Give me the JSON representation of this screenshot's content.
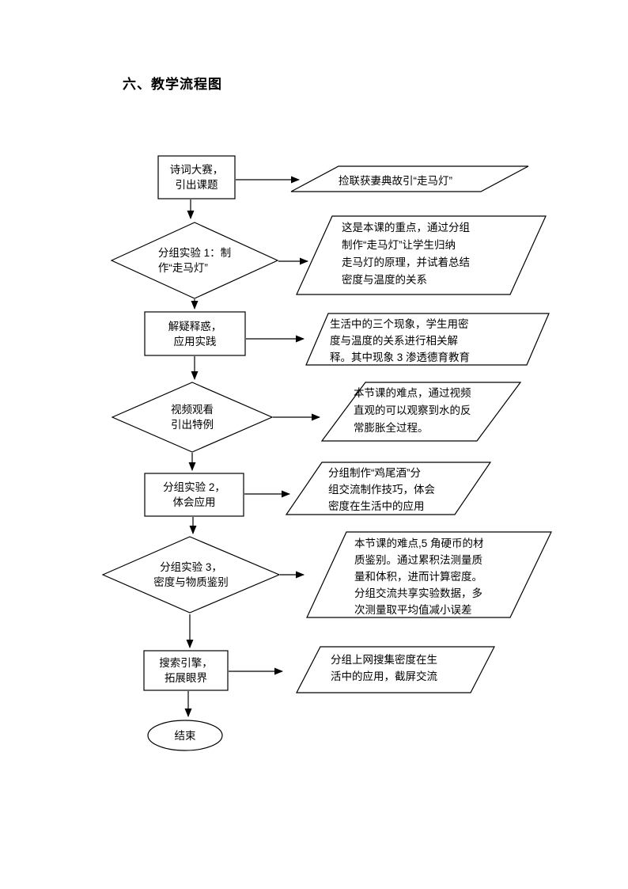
{
  "page": {
    "title": "六、教学流程图"
  },
  "flow": {
    "nodes": [
      {
        "id": "intro",
        "shape": "rectangle",
        "label": "诗词大赛，\n引出课题"
      },
      {
        "id": "exp1",
        "shape": "diamond",
        "label": "分组实验 1：制\n作“走马灯”"
      },
      {
        "id": "apply",
        "shape": "rectangle",
        "label": "解疑释惑，\n应用实践"
      },
      {
        "id": "video",
        "shape": "diamond",
        "label": "视频观看\n引出特例"
      },
      {
        "id": "exp2",
        "shape": "rectangle",
        "label": "分组实验 2，\n体会应用"
      },
      {
        "id": "exp3",
        "shape": "diamond",
        "label": "分组实验 3，\n密度与物质鉴别"
      },
      {
        "id": "search",
        "shape": "rectangle",
        "label": "搜索引擎，\n拓展眼界"
      },
      {
        "id": "end",
        "shape": "ellipse",
        "label": "结束"
      }
    ],
    "notes": [
      {
        "for": "intro",
        "shape": "parallelogram",
        "label": "捡联获妻典故引“走马灯”"
      },
      {
        "for": "exp1",
        "shape": "parallelogram",
        "label": "这是本课的重点，通过分组\n制作“走马灯”让学生归纳\n走马灯的原理，并试着总结\n密度与温度的关系"
      },
      {
        "for": "apply",
        "shape": "parallelogram",
        "label": "生活中的三个现象，学生用密\n度与温度的关系进行相关解\n释。其中现象 3 渗透德育教育"
      },
      {
        "for": "video",
        "shape": "parallelogram",
        "label": "本节课的难点，通过视频\n直观的可以观察到水的反\n常膨胀全过程。"
      },
      {
        "for": "exp2",
        "shape": "parallelogram",
        "label": "分组制作“鸡尾酒”分\n组交流制作技巧，体会\n密度在生活中的应用"
      },
      {
        "for": "exp3",
        "shape": "parallelogram",
        "label": "本节课的难点,5 角硬币的材\n质鉴别。通过累积法测量质\n量和体积，进而计算密度。\n分组交流共享实验数据，多\n次测量取平均值减小误差"
      },
      {
        "for": "search",
        "shape": "parallelogram",
        "label": "分组上网搜集密度在生\n活中的应用，截屏交流"
      }
    ],
    "edges": [
      {
        "from": "intro",
        "to": "note-intro"
      },
      {
        "from": "intro",
        "to": "exp1"
      },
      {
        "from": "exp1",
        "to": "note-exp1"
      },
      {
        "from": "exp1",
        "to": "apply"
      },
      {
        "from": "apply",
        "to": "note-apply"
      },
      {
        "from": "apply",
        "to": "video"
      },
      {
        "from": "video",
        "to": "note-video"
      },
      {
        "from": "video",
        "to": "exp2"
      },
      {
        "from": "exp2",
        "to": "note-exp2"
      },
      {
        "from": "exp2",
        "to": "exp3"
      },
      {
        "from": "exp3",
        "to": "note-exp3"
      },
      {
        "from": "exp3",
        "to": "search"
      },
      {
        "from": "search",
        "to": "note-search"
      },
      {
        "from": "search",
        "to": "end"
      }
    ],
    "colors": {
      "stroke": "#000000",
      "fill": "#ffffff",
      "text": "#000000"
    }
  }
}
